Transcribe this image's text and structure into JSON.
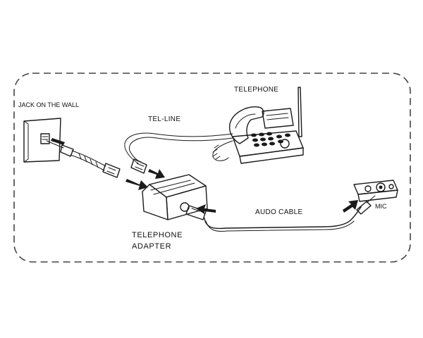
{
  "labels": {
    "jack": "JACK ON THE WALL",
    "telephone": "TELEPHONE",
    "tel_line": "TEL-LINE",
    "audio_cable": "AUDO CABLE",
    "mic": "MIC",
    "adapter_line1": "TELEPHONE",
    "adapter_line2": "ADAPTER"
  },
  "colors": {
    "ink": "#1a1a1a",
    "frame": "#444444",
    "background": "#ffffff"
  },
  "icons": [
    "wall-jack-icon",
    "telephone-icon",
    "antenna-icon",
    "telephone-adapter-icon",
    "microphone-icon",
    "arrow-icon"
  ]
}
